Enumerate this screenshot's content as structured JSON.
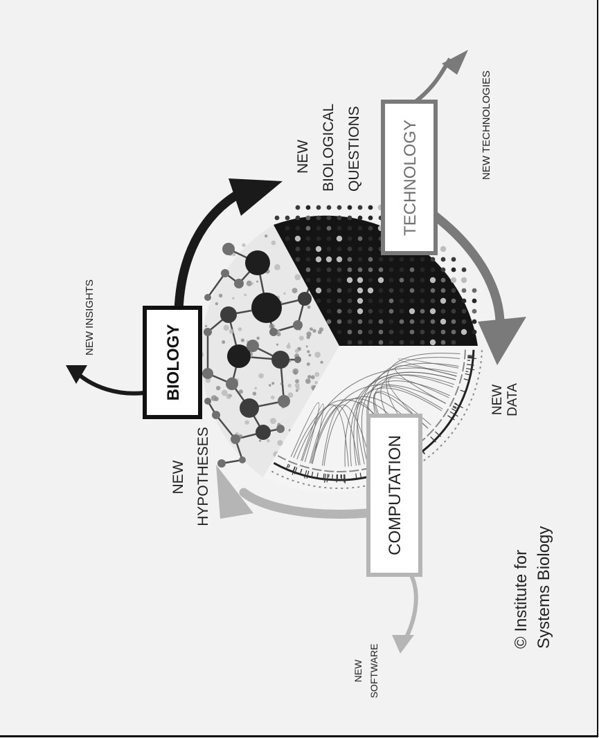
{
  "diagram": {
    "boxes": {
      "biology": "BIOLOGY",
      "technology": "TECHNOLOGY",
      "computation": "COMPUTATION"
    },
    "outputs": {
      "new_insights": "NEW INSIGHTS",
      "new_technologies": "NEW TECHNOLOGIES",
      "new_software": [
        "NEW",
        "SOFTWARE"
      ]
    },
    "cycle_labels": {
      "new_biological_questions": [
        "NEW",
        "BIOLOGICAL",
        "QUESTIONS"
      ],
      "new_data": [
        "NEW",
        "DATA"
      ],
      "new_hypotheses": [
        "NEW",
        "HYPOTHESES"
      ]
    },
    "credit": [
      "© Institute for",
      "Systems Biology"
    ],
    "colors": {
      "biology_arrow": "#1a1a1a",
      "technology_arrow": "#7a7a7a",
      "computation_arrow": "#b5b5b5",
      "microarray_bg": "#141414",
      "box_fill": "#ffffff"
    }
  }
}
